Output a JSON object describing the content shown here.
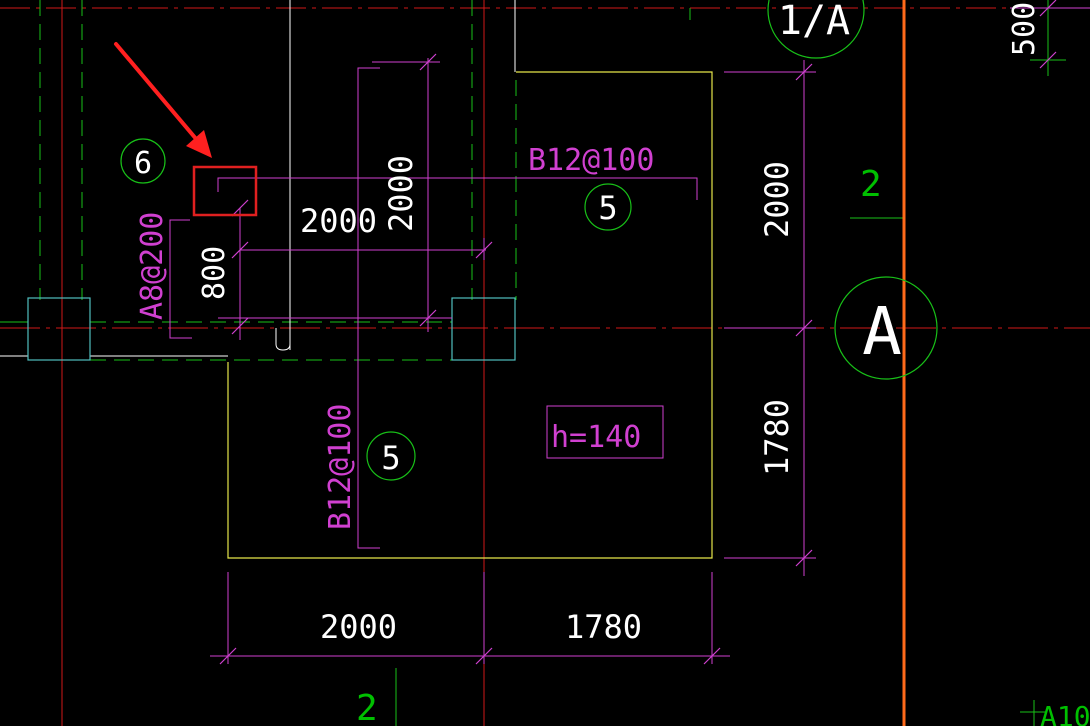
{
  "colors": {
    "background": "#000000",
    "dimension": "#d040d0",
    "rebar": "#d040d0",
    "outline": "#e6e64a",
    "axis_red": "#d01818",
    "axis_green": "#18c018",
    "column": "#4fbfbf",
    "grid_orange": "#ff6a1a",
    "text": "#ffffff",
    "highlight": "#e02020",
    "arrow": "#ff2020"
  },
  "labels": {
    "rebar_top": "B12@100",
    "rebar_left": "B12@100",
    "rebar_side": "A8@200",
    "thickness": "h=140",
    "circle_5a": "5",
    "circle_5b": "5",
    "circle_6": "6",
    "axis_a": "A",
    "axis_1a": "1/A",
    "grid_2_right": "2",
    "grid_2_bottom": "2",
    "corner_label": "A10"
  },
  "dimensions": {
    "d_2000_mid_h": "2000",
    "d_2000_mid_v": "2000",
    "d_800": "800",
    "d_2000_right": "2000",
    "d_1780_right": "1780",
    "d_2000_bottom": "2000",
    "d_1780_bottom": "1780",
    "d_500_top": "500"
  }
}
